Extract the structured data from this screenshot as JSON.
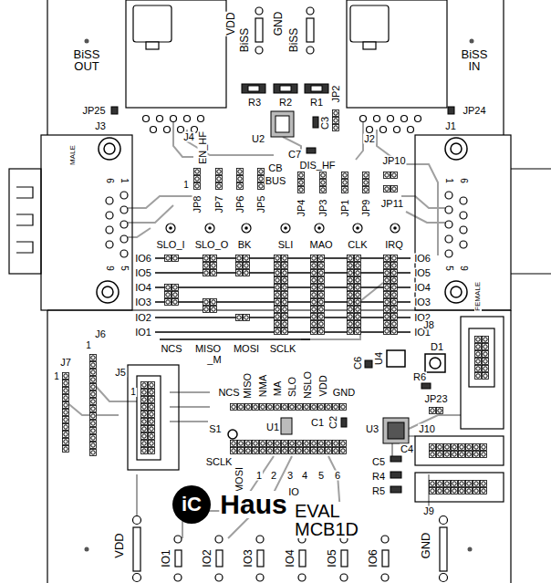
{
  "diagram": {
    "labels": [
      "BiSS OUT",
      "VDD",
      "BiSS",
      "GND",
      "BiSS",
      "BiSS IN",
      "JP25",
      "J3",
      "J4",
      "R3",
      "R2",
      "R1",
      "JP2",
      "J2",
      "J1",
      "JP24",
      "U2",
      "C3",
      "C7",
      "DIS_HF",
      "EN_HF",
      "CB",
      "BUS",
      "JP10",
      "JP11",
      "MALE",
      "6",
      "1",
      "9",
      "5",
      "1",
      "6",
      "5",
      "9",
      "1",
      "JP8",
      "JP7",
      "JP6",
      "JP5",
      "JP4",
      "JP3",
      "JP1",
      "JP9",
      "SLO_I",
      "SLO_O",
      "BK",
      "SLI",
      "MAO",
      "CLK",
      "IRQ",
      "IO6",
      "IO5",
      "IO4",
      "IO3",
      "IO2",
      "IO1",
      "IO6",
      "IO5",
      "IO4",
      "IO3",
      "IO2",
      "IO1",
      "FEMALE",
      "J6",
      "1",
      "J8",
      "J7",
      "1",
      "NCS",
      "MISO",
      "MOSI",
      "SCLK",
      "_M",
      "J5",
      "1",
      "D1",
      "C6",
      "U4",
      "R6",
      "NCS",
      "MISO",
      "NMA",
      "MA",
      "SLO",
      "NSLO",
      "VDD",
      "GND",
      "JP23",
      "C1",
      "C2",
      "U1",
      "S1",
      "U3",
      "J10",
      "C4",
      "C5",
      "R4",
      "R5",
      "J9",
      "SCLK",
      "MOSI",
      "1",
      "2",
      "3",
      "4",
      "5",
      "6",
      "IO",
      "iC",
      "Haus",
      "EVAL MCB1D",
      "VDD",
      "IO1",
      "IO2",
      "IO3",
      "IO4",
      "IO5",
      "IO6",
      "GND"
    ]
  }
}
